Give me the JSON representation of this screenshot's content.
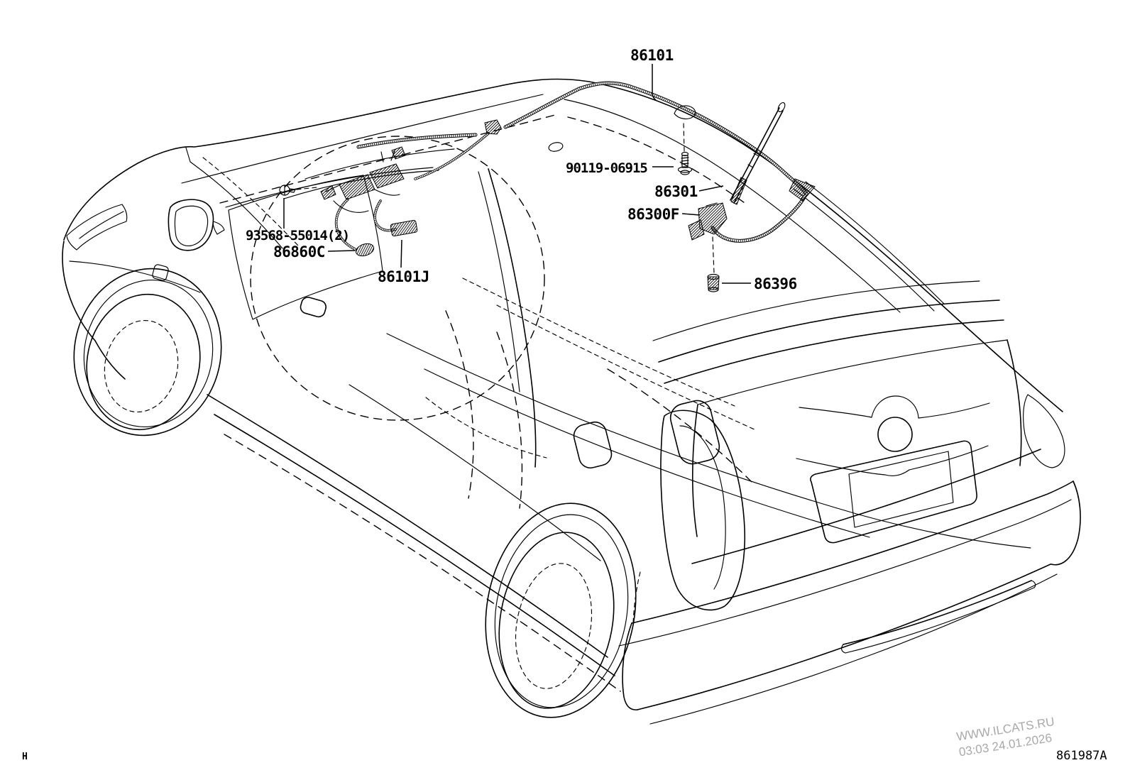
{
  "parts": {
    "antenna_cord": {
      "number": "86101"
    },
    "roof_screw": {
      "number": "90119-06915"
    },
    "antenna_mast": {
      "number": "86301"
    },
    "antenna_base": {
      "number": "86300F"
    },
    "antenna_nut": {
      "number": "86396"
    },
    "receiver_screw": {
      "number": "93568-55014(2)"
    },
    "antenna_connector": {
      "number": "86860C"
    },
    "antenna_cord_sub": {
      "number": "86101J"
    }
  },
  "footer": {
    "page_marker": "H",
    "diagram_code": "861987A"
  },
  "watermark": {
    "line1": "WWW.ILCATS.RU",
    "line2": "03:03 24.01.2026",
    "color": "#a9a9a9"
  },
  "colors": {
    "line": "#000000",
    "background": "#ffffff"
  }
}
